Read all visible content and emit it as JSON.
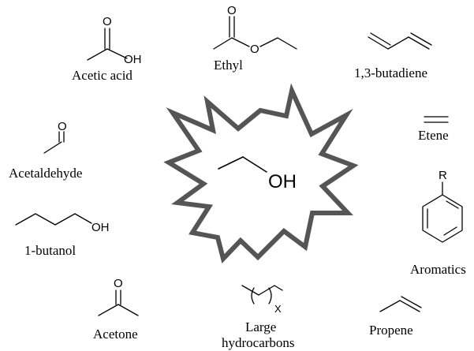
{
  "center": {
    "molecule_atom": "OH"
  },
  "molecules": {
    "acetic_acid": {
      "label": "Acetic acid",
      "atom_o": "O",
      "atom_oh": "OH"
    },
    "ethyl": {
      "label": "Ethyl",
      "atom_o_carbonyl": "O",
      "atom_o_ester": "O"
    },
    "butadiene": {
      "label": "1,3-butadiene"
    },
    "etene": {
      "label": "Etene"
    },
    "acetaldehyde": {
      "label": "Acetaldehyde",
      "atom_o": "O"
    },
    "butanol": {
      "label": "1-butanol",
      "atom_oh": "OH"
    },
    "aromatics": {
      "label": "Aromatics",
      "atom_r": "R"
    },
    "acetone": {
      "label": "Acetone",
      "atom_o": "O"
    },
    "large_hydrocarbons": {
      "label_line1": "Large",
      "label_line2": "hydrocarbons",
      "subscript": "X"
    },
    "propene": {
      "label": "Propene"
    }
  },
  "colors": {
    "star_stroke": "#555555",
    "ink": "#000000",
    "background": "#ffffff"
  }
}
